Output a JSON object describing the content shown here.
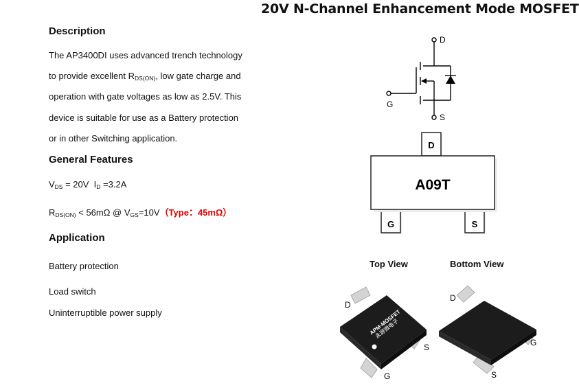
{
  "title": "20V N-Channel Enhancement Mode MOSFET",
  "description": {
    "heading": "Description",
    "lines": [
      "The AP3400DI uses advanced trench technology",
      "to provide excellent R",
      "DS(ON)",
      ", low gate charge and",
      "operation with gate voltages as low as 2.5V. This",
      "device is suitable for use as a Battery protection",
      "or in other Switching application."
    ]
  },
  "features": {
    "heading": "General Features",
    "v": "V",
    "v_sub": "DS",
    "v_val": " = 20V  ",
    "i": "I",
    "i_sub": "D",
    "i_val": " =3.2A",
    "r": "R",
    "r_sub": "DS(ON)",
    "r_val": " < 56mΩ @ V",
    "vgs_sub": "GS",
    "vgs_val": "=10V",
    "typ": "（Type：45mΩ）"
  },
  "application": {
    "heading": "Application",
    "items": [
      "Battery protection",
      "Load switch",
      "Uninterruptible power supply"
    ]
  },
  "schematic": {
    "d": "D",
    "g": "G",
    "s": "S"
  },
  "package": {
    "marking": "A09T",
    "pin_d": "D",
    "pin_g": "G",
    "pin_s": "S",
    "top_view": "Top View",
    "bottom_view": "Bottom View",
    "chip_text1": "APM-MOSFET",
    "chip_text2": "永源微电子"
  },
  "colors": {
    "red": "#e00000",
    "chip": "#1c1c1c",
    "pin": "#c8c8c8"
  }
}
